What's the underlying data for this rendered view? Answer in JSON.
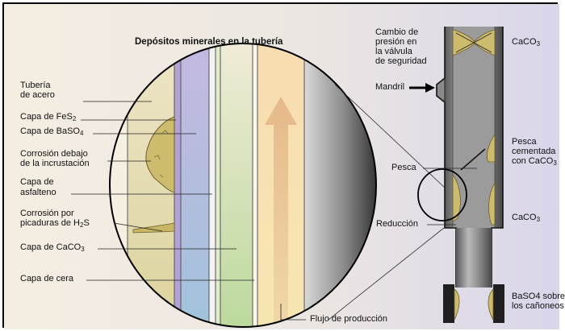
{
  "title": "Depósitos minerales en la tubería",
  "labels": {
    "tuberia_1": "Tubería",
    "tuberia_2": "de acero",
    "fes2": "Capa de FeS",
    "fes2_sub": "2",
    "baso4": "Capa de BaSO",
    "baso4_sub": "4",
    "corrosion_1": "Corrosión debajo",
    "corrosion_2": "de la incrustación",
    "asfalteno_1": "Capa de",
    "asfalteno_2": "asfalteno",
    "picaduras_1": "Corrosión por",
    "picaduras_2": "picaduras de H",
    "picaduras_sub": "2",
    "picaduras_end": "S",
    "caco3": "Capa de CaCO",
    "caco3_sub": "3",
    "cera": "Capa de cera",
    "flujo": "Flujo de producción",
    "cambio_1": "Cambio de",
    "cambio_2": "presión en",
    "cambio_3": "la válvula",
    "cambio_4": "de seguridad",
    "mandril": "Mandril",
    "pesca": "Pesca",
    "reduccion": "Reducción",
    "caco3_top": "CaCO",
    "caco3_top_sub": "3",
    "pesca_cem_1": "Pesca",
    "pesca_cem_2": "cementada",
    "pesca_cem_3": "con CaCO",
    "pesca_cem_sub": "3",
    "caco3_mid": "CaCO",
    "caco3_mid_sub": "3",
    "baso4_sobre_1": "BaSO4 sobre",
    "baso4_sobre_2": "los cañoneos"
  },
  "colors": {
    "background_left": "#f3ede1",
    "background_right": "#dcd8ea",
    "steel_pipe": "#7d7d7d",
    "deposit": "#cdbb6e"
  }
}
